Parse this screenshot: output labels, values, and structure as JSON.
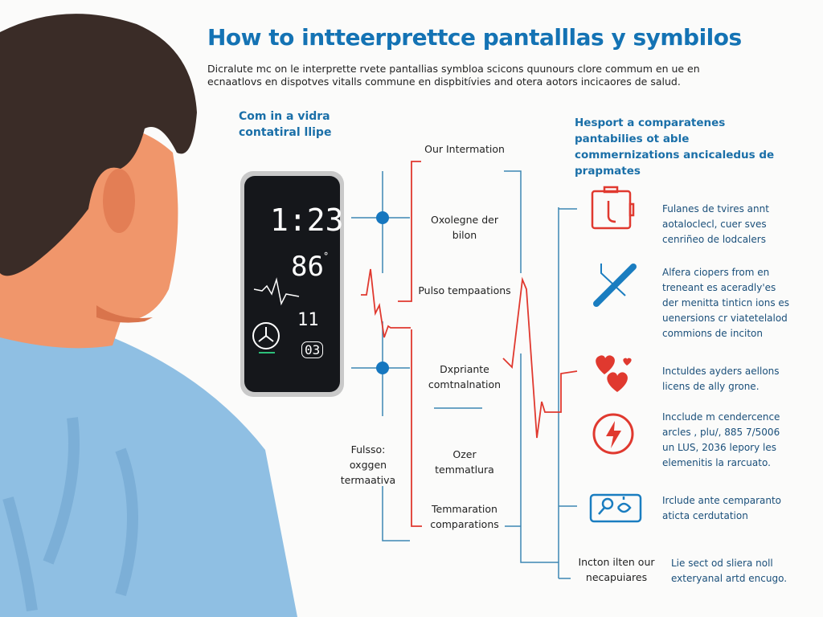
{
  "title": "How to intteerprettce pantalllas y symbilos",
  "intro": "Dicralute mc on le interprette rvete pantallias symbloa scicons quunours clore commum en ue en ecnaatlovs en dispotves vitalls commune en dispbitívies and otera aotors incicaores de salud.",
  "left_heading": "Com in a vidra contatiral llipe",
  "right_heading": "Hesport a comparatenes pantabilies ot able commernizations ancicaledus de prapmates",
  "phone": {
    "time": "1:23",
    "temp": "86",
    "temp_unit": "°",
    "small_value": "11",
    "badge": "03"
  },
  "center_labels": [
    "Our Intermation",
    "Oxolegne der bilon",
    "Pulso tempaations",
    "Dxpriante comtnalnation",
    "Ozer temmatlura",
    "Temmaration comparations"
  ],
  "left_label": "Fulsso: oxggen termaativa",
  "bottom_label": "Incton ilten our necapuiares",
  "items": [
    {
      "icon": "timer-icon",
      "text": "Fulanes de tvires annt aotaloclecl, cuer sves cenriñeo de lodcalers"
    },
    {
      "icon": "thermometer-icon",
      "text": "Alfera ciopers from en treneant es aceradly'es der menitta tinticn ions es uenersions cr viatetelalod commions de inciton"
    },
    {
      "icon": "hearts-icon",
      "text": "Inctuldes ayders aellons licens de ally grone."
    },
    {
      "icon": "lightning-icon",
      "text": "Incclude m cendercence arcles , plu/, 885 7/5006 un LUS, 2036 lepory les elemenitis la rarcuato."
    },
    {
      "icon": "sensor-icon",
      "text": "Irclude ante cemparanto aticta cerdutation"
    }
  ],
  "bottom_desc": "Lie sect od sliera noll exteryanal artd encugo.",
  "colors": {
    "accent_blue": "#1473b4",
    "line_blue": "#3d87b3",
    "alert_red": "#e0392f",
    "shirt": "#8fbfe3",
    "skin": "#f0966b",
    "hair": "#3a2c27"
  }
}
